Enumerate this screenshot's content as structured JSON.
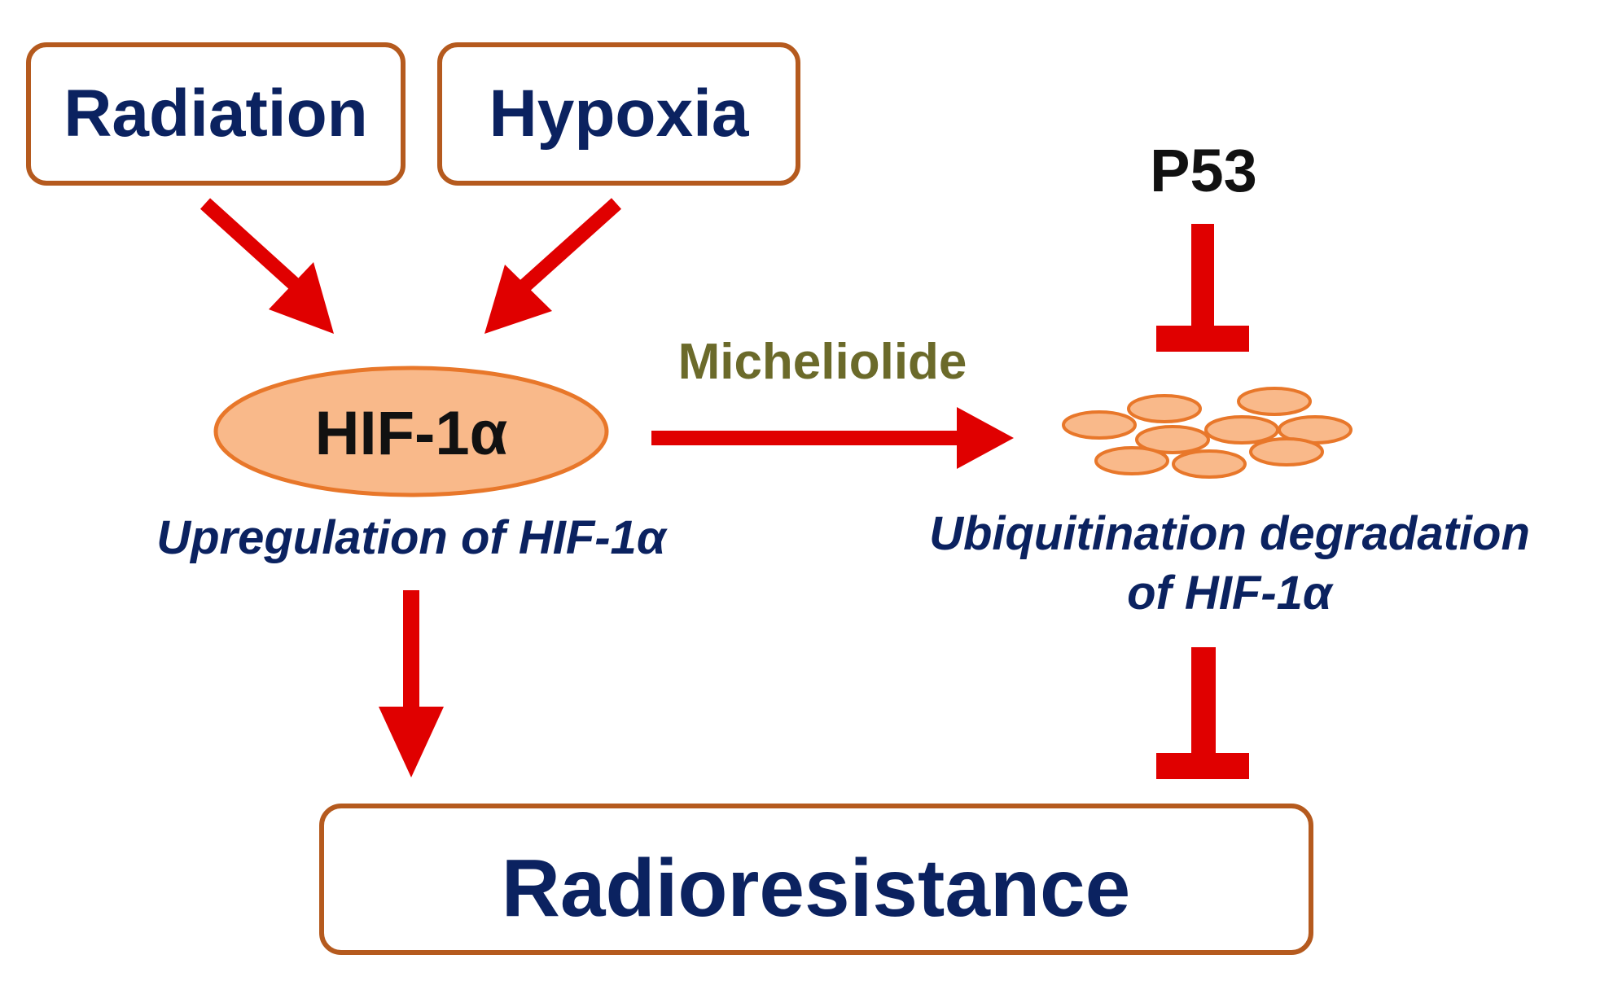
{
  "nodes": {
    "radiation": "Radiation",
    "hypoxia": "Hypoxia",
    "hif": "HIF-1α",
    "p53": "P53",
    "radioresistance": "Radioresistance"
  },
  "labels": {
    "micheliolide": "Micheliolide",
    "upregulation": "Upregulation of HIF-1α",
    "ubiquitination_line1": "Ubiquitination degradation",
    "ubiquitination_line2": "of HIF-1α"
  },
  "colors": {
    "arrow": "#e00000",
    "box_border": "#b55a1e",
    "ellipse_fill": "#f9b98a",
    "ellipse_stroke": "#e8772a",
    "text_navy": "#0b2260",
    "text_olive": "#6b6a2a"
  }
}
